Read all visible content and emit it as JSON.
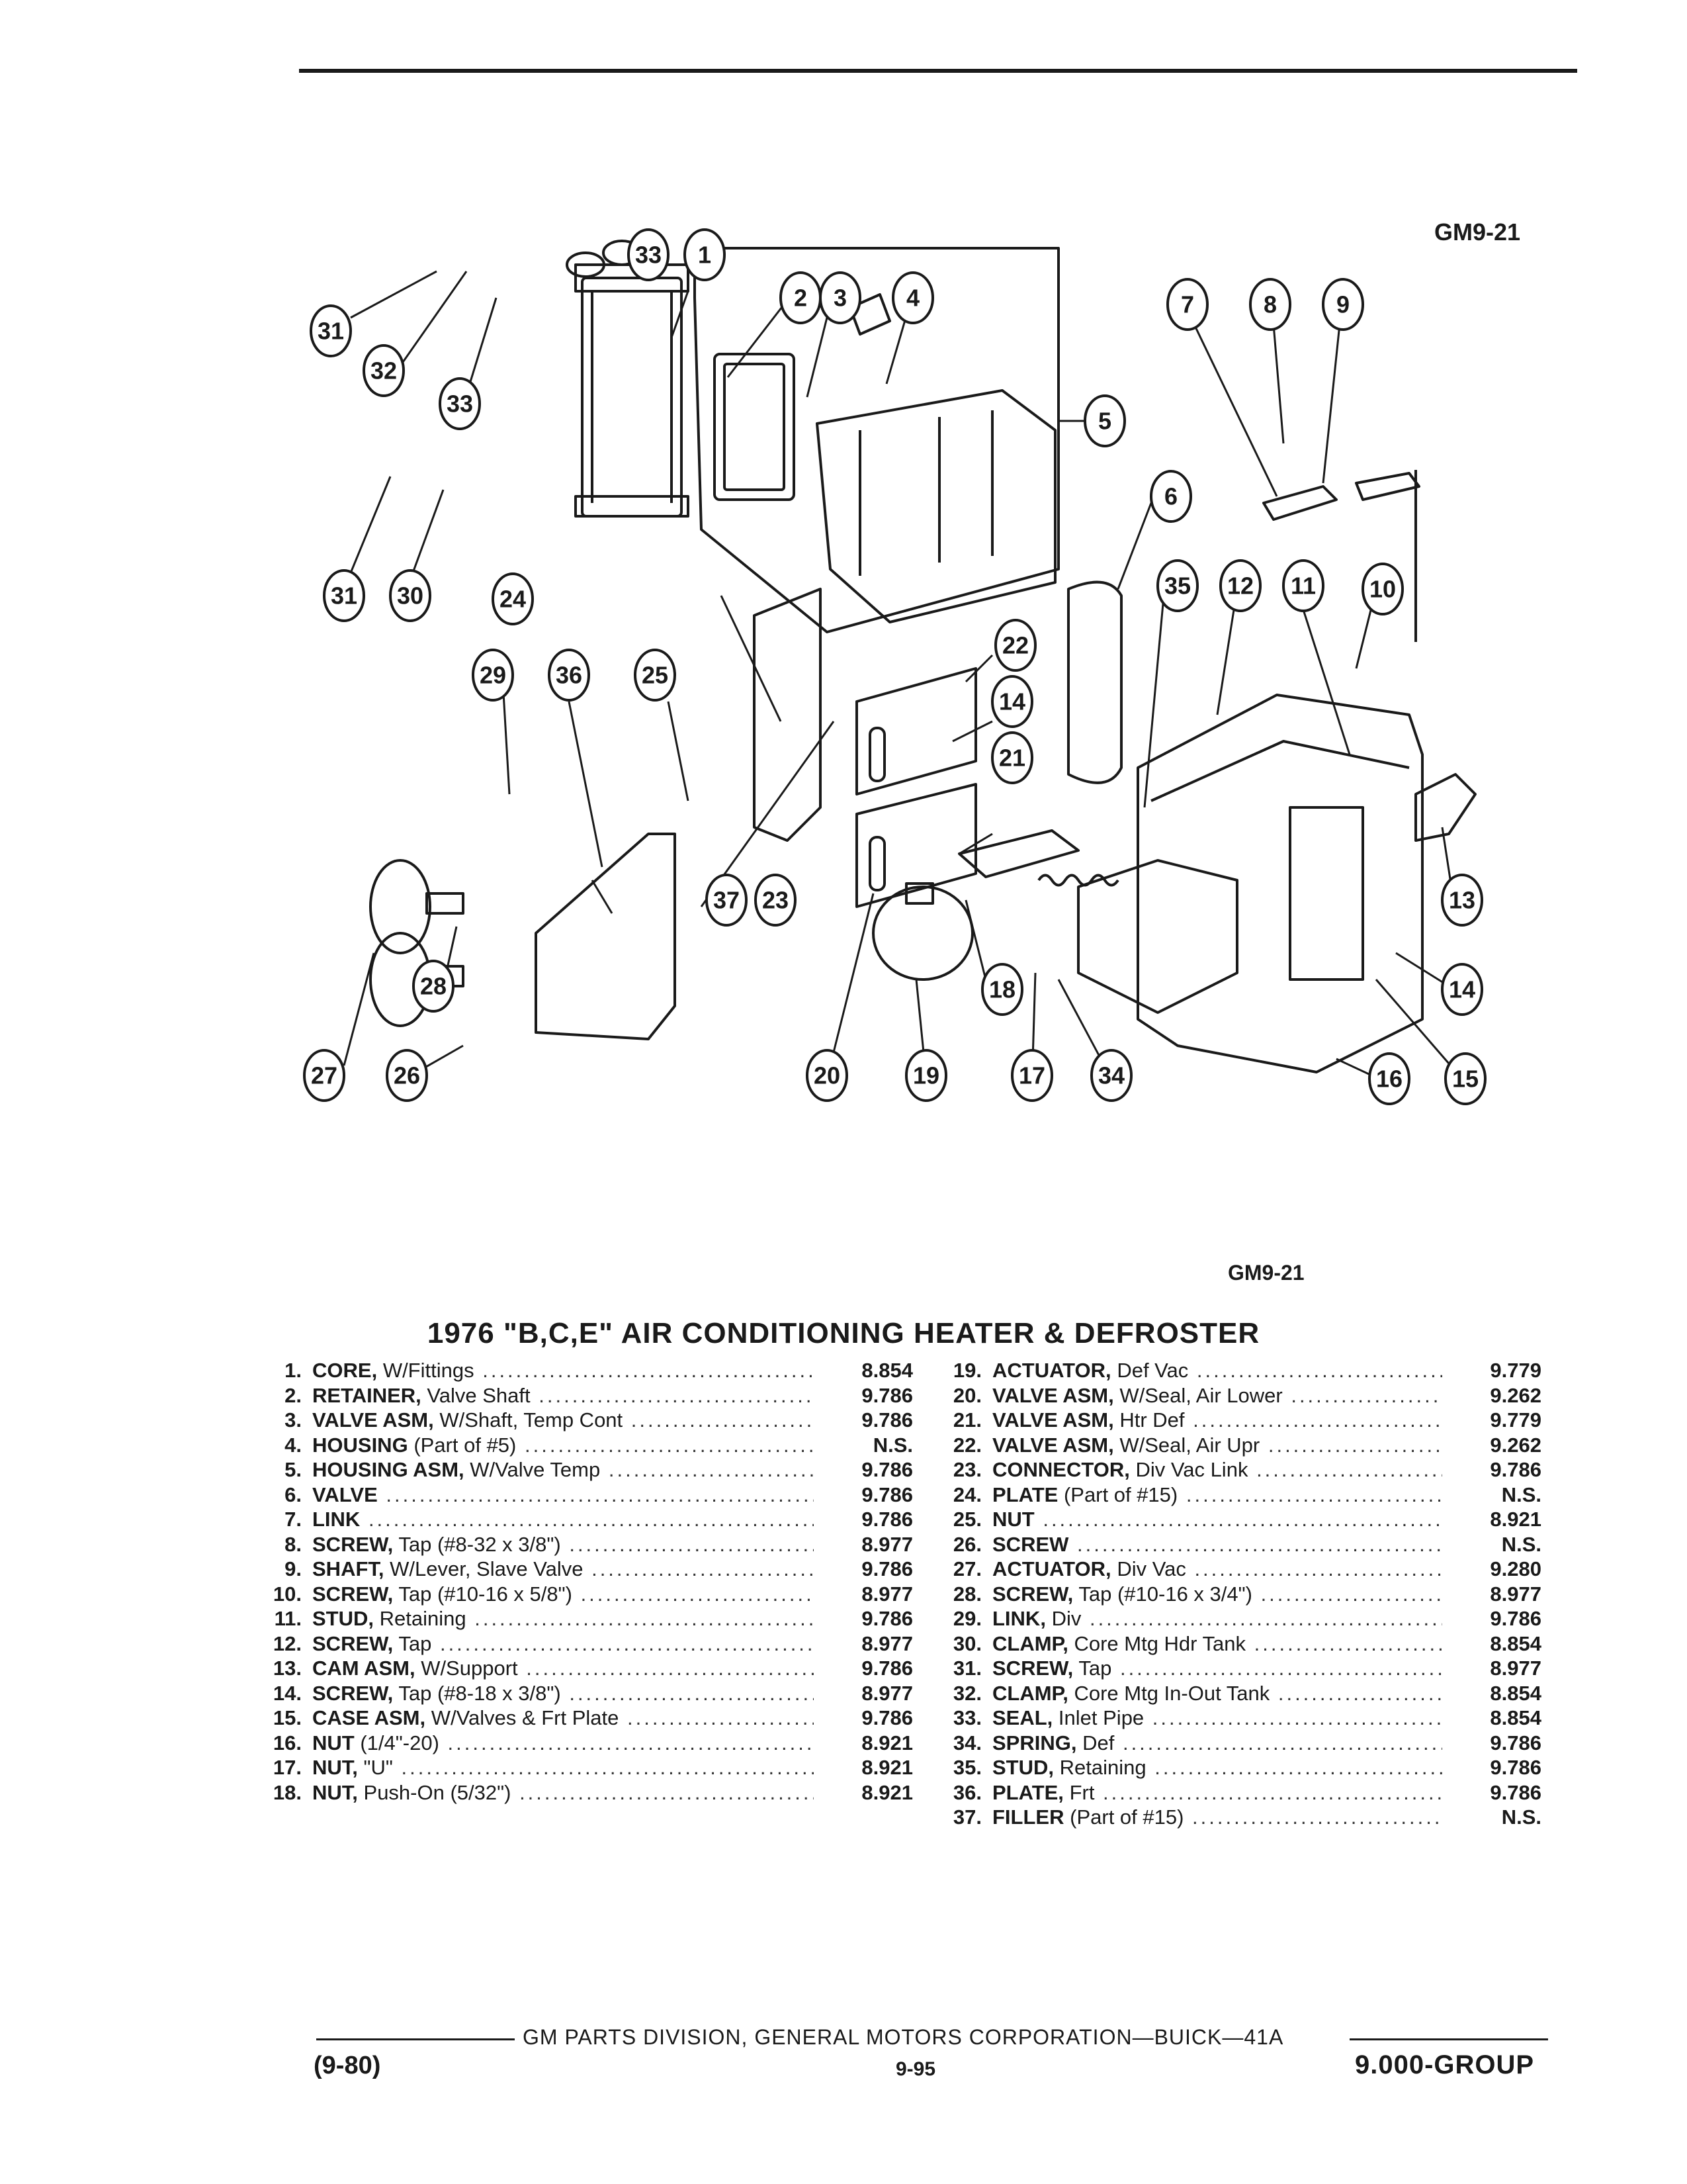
{
  "figure_code_top": "GM9-21",
  "figure_code_caption": "GM9-21",
  "title": "1976 \"B,C,E\" AIR CONDITIONING HEATER & DEFROSTER",
  "parts_left": [
    {
      "num": "1.",
      "name": "CORE,",
      "detail": "W/Fittings",
      "price": "8.854"
    },
    {
      "num": "2.",
      "name": "RETAINER,",
      "detail": "Valve Shaft",
      "price": "9.786"
    },
    {
      "num": "3.",
      "name": "VALVE ASM,",
      "detail": "W/Shaft, Temp Cont",
      "price": "9.786"
    },
    {
      "num": "4.",
      "name": "HOUSING",
      "detail": "(Part of #5)",
      "price": "N.S."
    },
    {
      "num": "5.",
      "name": "HOUSING ASM,",
      "detail": "W/Valve Temp",
      "price": "9.786"
    },
    {
      "num": "6.",
      "name": "VALVE",
      "detail": "",
      "price": "9.786"
    },
    {
      "num": "7.",
      "name": "LINK",
      "detail": "",
      "price": "9.786"
    },
    {
      "num": "8.",
      "name": "SCREW,",
      "detail": "Tap (#8-32 x 3/8\")",
      "price": "8.977"
    },
    {
      "num": "9.",
      "name": "SHAFT,",
      "detail": "W/Lever, Slave Valve",
      "price": "9.786"
    },
    {
      "num": "10.",
      "name": "SCREW,",
      "detail": "Tap (#10-16 x 5/8\")",
      "price": "8.977"
    },
    {
      "num": "11.",
      "name": "STUD,",
      "detail": "Retaining",
      "price": "9.786"
    },
    {
      "num": "12.",
      "name": "SCREW,",
      "detail": "Tap",
      "price": "8.977"
    },
    {
      "num": "13.",
      "name": "CAM ASM,",
      "detail": "W/Support",
      "price": "9.786"
    },
    {
      "num": "14.",
      "name": "SCREW,",
      "detail": "Tap (#8-18 x 3/8\")",
      "price": "8.977"
    },
    {
      "num": "15.",
      "name": "CASE ASM,",
      "detail": "W/Valves & Frt Plate",
      "price": "9.786"
    },
    {
      "num": "16.",
      "name": "NUT",
      "detail": "(1/4\"-20)",
      "price": "8.921"
    },
    {
      "num": "17.",
      "name": "NUT,",
      "detail": "\"U\"",
      "price": "8.921"
    },
    {
      "num": "18.",
      "name": "NUT,",
      "detail": "Push-On (5/32\")",
      "price": "8.921"
    }
  ],
  "parts_right": [
    {
      "num": "19.",
      "name": "ACTUATOR,",
      "detail": "Def Vac",
      "price": "9.779"
    },
    {
      "num": "20.",
      "name": "VALVE ASM,",
      "detail": "W/Seal, Air Lower",
      "price": "9.262"
    },
    {
      "num": "21.",
      "name": "VALVE ASM,",
      "detail": "Htr Def",
      "price": "9.779"
    },
    {
      "num": "22.",
      "name": "VALVE ASM,",
      "detail": "W/Seal, Air Upr",
      "price": "9.262"
    },
    {
      "num": "23.",
      "name": "CONNECTOR,",
      "detail": "Div Vac Link",
      "price": "9.786"
    },
    {
      "num": "24.",
      "name": "PLATE",
      "detail": "(Part of #15)",
      "price": "N.S."
    },
    {
      "num": "25.",
      "name": "NUT",
      "detail": "",
      "price": "8.921"
    },
    {
      "num": "26.",
      "name": "SCREW",
      "detail": "",
      "price": "N.S."
    },
    {
      "num": "27.",
      "name": "ACTUATOR,",
      "detail": "Div Vac",
      "price": "9.280"
    },
    {
      "num": "28.",
      "name": "SCREW,",
      "detail": "Tap (#10-16 x 3/4\")",
      "price": "8.977"
    },
    {
      "num": "29.",
      "name": "LINK,",
      "detail": "Div",
      "price": "9.786"
    },
    {
      "num": "30.",
      "name": "CLAMP,",
      "detail": "Core Mtg Hdr Tank",
      "price": "8.854"
    },
    {
      "num": "31.",
      "name": "SCREW,",
      "detail": "Tap",
      "price": "8.977"
    },
    {
      "num": "32.",
      "name": "CLAMP,",
      "detail": "Core Mtg In-Out Tank",
      "price": "8.854"
    },
    {
      "num": "33.",
      "name": "SEAL,",
      "detail": "Inlet Pipe",
      "price": "8.854"
    },
    {
      "num": "34.",
      "name": "SPRING,",
      "detail": "Def",
      "price": "9.786"
    },
    {
      "num": "35.",
      "name": "STUD,",
      "detail": "Retaining",
      "price": "9.786"
    },
    {
      "num": "36.",
      "name": "PLATE,",
      "detail": "Frt",
      "price": "9.786"
    },
    {
      "num": "37.",
      "name": "FILLER",
      "detail": "(Part of #15)",
      "price": "N.S."
    }
  ],
  "callouts": [
    "1",
    "2",
    "3",
    "4",
    "5",
    "6",
    "7",
    "8",
    "9",
    "10",
    "11",
    "12",
    "13",
    "14",
    "14",
    "15",
    "16",
    "17",
    "18",
    "19",
    "20",
    "21",
    "22",
    "23",
    "24",
    "25",
    "26",
    "27",
    "28",
    "29",
    "30",
    "31",
    "31",
    "32",
    "33",
    "33",
    "34",
    "35",
    "36",
    "37"
  ],
  "footer": {
    "center": "GM PARTS DIVISION, GENERAL MOTORS CORPORATION—BUICK—41A",
    "date": "(9-80)",
    "page": "9-95",
    "group": "9.000-GROUP"
  }
}
